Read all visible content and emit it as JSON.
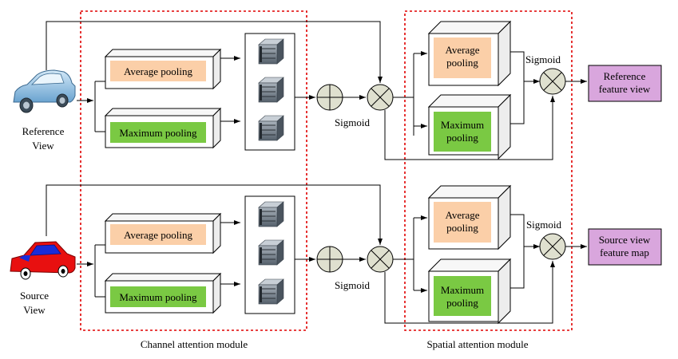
{
  "labels": {
    "avg_pooling": "Average pooling",
    "max_pooling": "Maximum pooling",
    "avg_pooling_line1": "Average",
    "avg_pooling_line2": "pooling",
    "max_pooling_line1": "Maximum",
    "max_pooling_line2": "pooling",
    "sigmoid": "Sigmoid"
  },
  "reference": {
    "input_line1": "Reference",
    "input_line2": "View",
    "output_line1": "Reference",
    "output_line2": "feature view"
  },
  "source": {
    "input_line1": "Source",
    "input_line2": "View",
    "output_line1": "Source view",
    "output_line2": "feature map"
  },
  "modules": {
    "channel": "Channel attention module",
    "spatial": "Spatial attention module"
  },
  "colors": {
    "avg_fill": "#fbcfa8",
    "max_fill": "#7ac943",
    "output_fill": "#d9a6dd",
    "module_border": "#e00000",
    "operator_fill": "#dfe0cf",
    "ref_car": "#9cc8e8",
    "src_car_body": "#e81010",
    "src_car_roof": "#1a2cd8"
  },
  "icons": {
    "reference_input": "car-icon",
    "source_input": "car-icon",
    "mlp": "server-icon",
    "add": "circle-plus-icon",
    "multiply": "circle-times-icon"
  }
}
